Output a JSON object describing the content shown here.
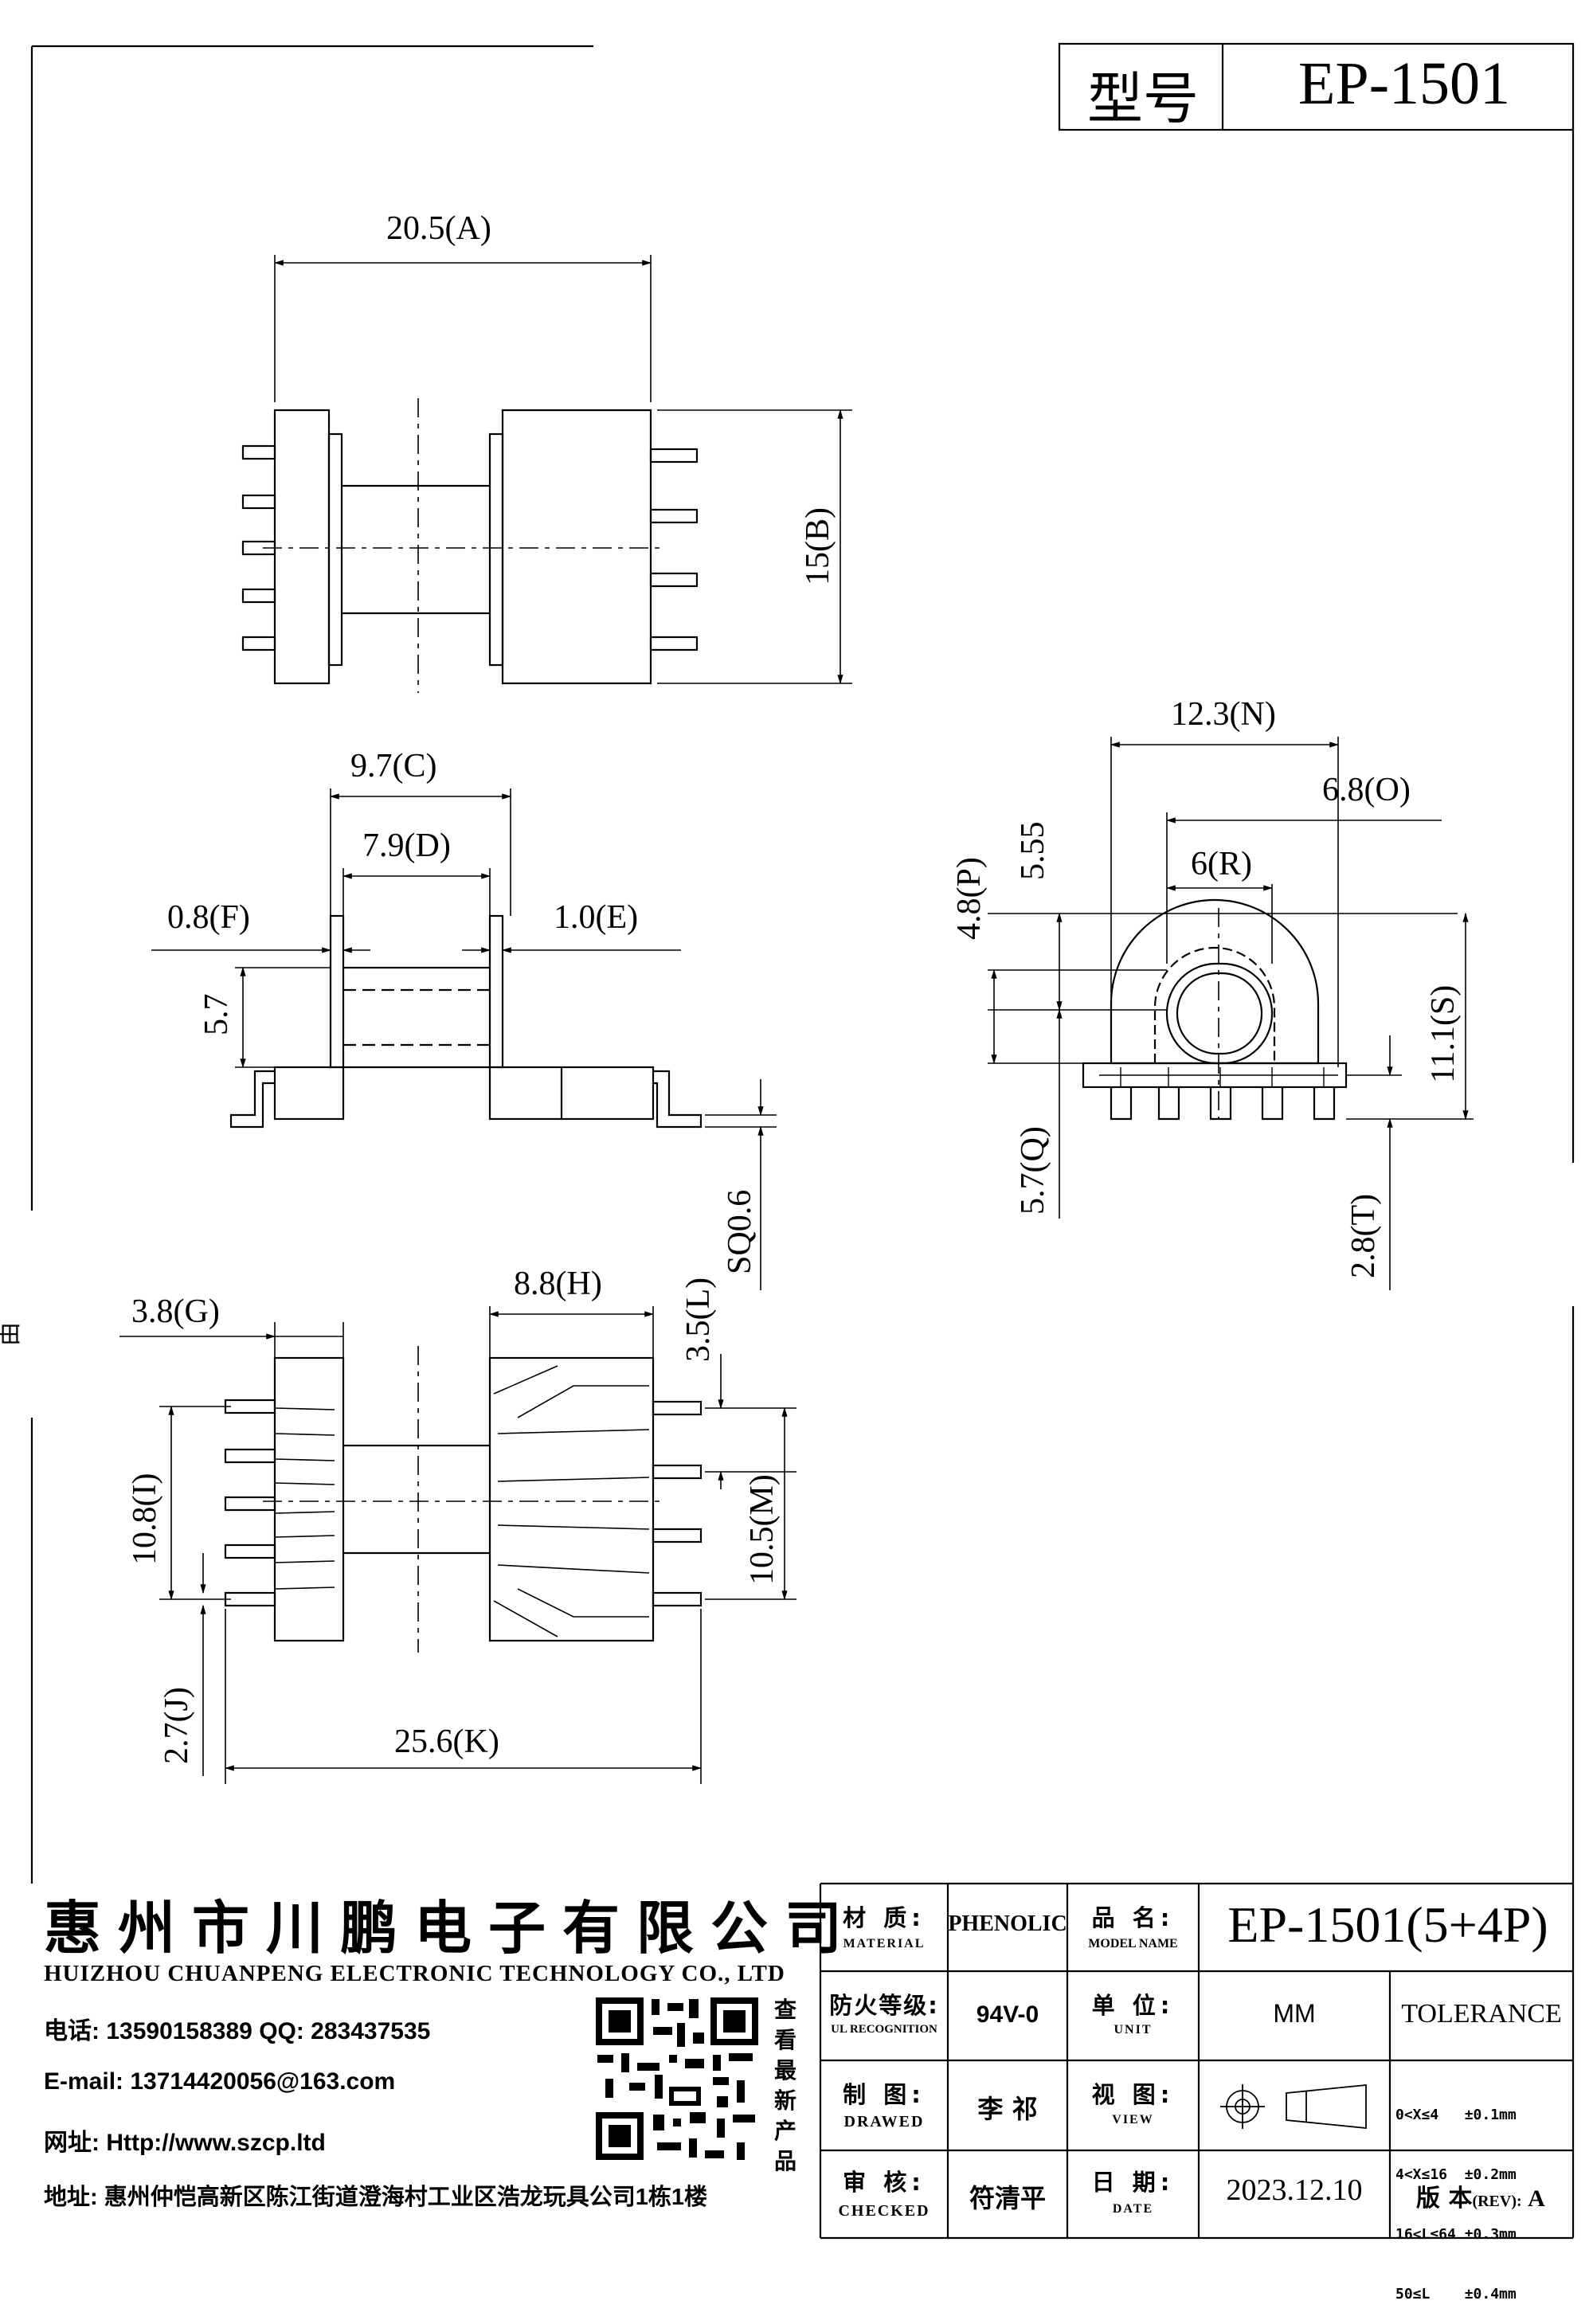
{
  "header": {
    "type_label": "型号",
    "model": "EP-1501"
  },
  "dimensions": {
    "A": "20.5(A)",
    "B": "15(B)",
    "C": "9.7(C)",
    "D": "7.9(D)",
    "E": "1.0(E)",
    "F": "0.8(F)",
    "G": "3.8(G)",
    "H": "8.8(H)",
    "I": "10.8(I)",
    "J": "2.7(J)",
    "K": "25.6(K)",
    "L": "3.5(L)",
    "M": "10.5(M)",
    "N": "12.3(N)",
    "O": "6.8(O)",
    "P": "4.8(P)",
    "Q": "5.7(Q)",
    "R": "6(R)",
    "S": "11.1(S)",
    "T": "2.8(T)",
    "height_side": "5.7",
    "dim_555": "5.55",
    "sq": "SQ0.6"
  },
  "margin_mark": "由",
  "company": {
    "name_cn": "惠州市川鹏电子有限公司",
    "name_en": "HUIZHOU CHUANPENG ELECTRONIC TECHNOLOGY CO., LTD",
    "phone": "电话: 13590158389  QQ: 283437535",
    "email": "E-mail: 13714420056@163.com",
    "website": "网址: Http://www.szcp.ltd",
    "address": "地址: 惠州仲恺高新区陈江街道澄海村工业区浩龙玩具公司1栋1楼",
    "qr_side": [
      "查",
      "看",
      "最",
      "新",
      "产",
      "品"
    ]
  },
  "title_block": {
    "material_cn": "材 质:",
    "material_en": "MATERIAL",
    "material": "PHENOLIC",
    "model_cn": "品 名:",
    "model_en": "MODEL NAME",
    "model_name": "EP-1501(5+4P)",
    "ul_cn": "防火等级:",
    "ul_en": "UL RECOGNITION",
    "ul": "94V-0",
    "unit_cn": "单 位:",
    "unit_en": "UNIT",
    "unit": "MM",
    "tolerance": "TOLERANCE",
    "drawn_cn": "制 图:",
    "drawn_en": "DRAWED",
    "drawn": "李 祁",
    "view_cn": "视 图:",
    "view_en": "VIEW",
    "tol_rows": [
      "0<X≤4   ±0.1mm",
      "4<X≤16  ±0.2mm",
      "16<L≤64 ±0.3mm",
      "50≤L    ±0.4mm"
    ],
    "checked_cn": "审 核:",
    "checked_en": "CHECKED",
    "checked": "符清平",
    "date_cn": "日 期:",
    "date_en": "DATE",
    "date": "2023.12.10",
    "rev_cn": "版 本",
    "rev_en": "(REV):",
    "rev": "A"
  }
}
